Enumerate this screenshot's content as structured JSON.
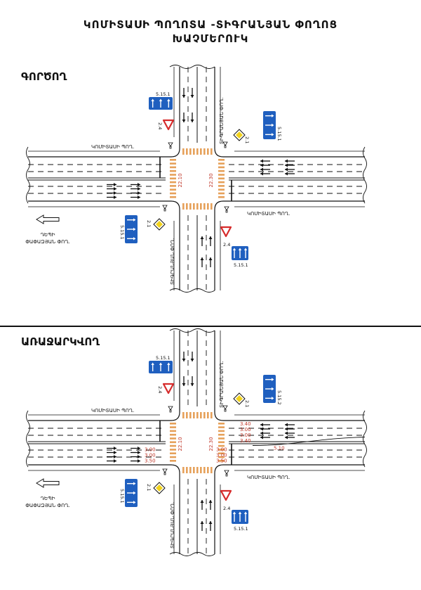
{
  "title": {
    "line1": "ԿՈՄԻՏԱՍԻ ՊՈՂՈՏԱ -ՏԻԳՐԱՆՅԱՆ ՓՈՂՈՑ",
    "line2": "ԽԱՉՄԵՐՈՒԿ"
  },
  "panels": [
    {
      "label": "ԳՈՐԾՈՂ",
      "street_main": "ԿՈՄԻՏԱՍԻ ՊՈՂ.",
      "street_cross": "ՏԻԳՐԱՆՅԱՆ ՓՈՂ.",
      "direction_note": [
        "ԴԵՊԻ",
        "ՓԱՓԱԶՅԱՆ ՓՈՂ."
      ],
      "dim_west": "22.10",
      "dim_east": "22.30",
      "lane_widths_east_top": [],
      "lane_widths_east_bottom": [],
      "lane_widths_west": [],
      "sign_codes": {
        "nw_top": "5.15.1",
        "nw_yield": "2.4",
        "ne_priority": "2.1",
        "ne_lanes": "5.15.1",
        "sw_priority": "2.1",
        "sw_lanes": "5.15.1",
        "se_yield": "2.4",
        "se_lanes": "5.15.1"
      }
    },
    {
      "label": "ԱՌԱՋԱՐԿՎՈՂ",
      "street_main": "ԿՈՄԻՏԱՍԻ ՊՈՂ.",
      "street_cross": "ՏԻԳՐԱՆՅԱՆ ՓՈՂ.",
      "direction_note": [
        "ԴԵՊԻ",
        "ՓԱՓԱԶՅԱՆ ՓՈՂ."
      ],
      "dim_west": "22.10",
      "dim_east": "22.30",
      "lane_widths_east_top": [
        "3.40",
        "3.00",
        "3.00",
        "3.40"
      ],
      "lane_widths_east_bottom": [
        "3.00",
        "3.00",
        "3.50"
      ],
      "lane_widths_west": [
        "3.00",
        "3.00",
        "3.50"
      ],
      "extra_dim": "5.10",
      "sign_codes": {
        "nw_top": "5.15.1",
        "nw_yield": "2.4",
        "ne_priority": "2.1",
        "ne_lanes": "5.15.2",
        "sw_priority": "2.1",
        "sw_lanes": "5.15.1",
        "se_yield": "2.4",
        "se_lanes": "5.15.1"
      }
    }
  ],
  "colors": {
    "sign_blue": "#1f5fbf",
    "sign_yellow": "#f1d21b",
    "yield_red": "#d62b2b",
    "crosswalk": "#e6a15a",
    "dimension": "#c0392b"
  }
}
